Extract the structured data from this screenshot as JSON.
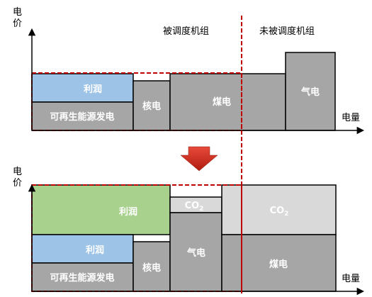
{
  "top_panel": {
    "y_axis_label": [
      "电",
      "价"
    ],
    "x_axis_label": "电量",
    "dispatched_label": "被调度机组",
    "undispatched_label": "未被调度机组",
    "blocks": {
      "profit": "利润",
      "renewable": "可再生能源发电",
      "nuclear": "核电",
      "coal": "煤电",
      "gas": "气电"
    }
  },
  "bottom_panel": {
    "y_axis_label": [
      "电",
      "价"
    ],
    "x_axis_label": "电量",
    "blocks": {
      "profit_green": "利润",
      "profit_blue": "利润",
      "renewable": "可再生能源发电",
      "nuclear": "核电",
      "gas": "气电",
      "coal": "煤电",
      "co2_gas": "CO",
      "co2_coal": "CO",
      "co2_subscript": "2"
    }
  },
  "colors": {
    "gray_block": "#a6a6a6",
    "profit_blue": "#9dc3e6",
    "profit_green": "#a9d18e",
    "co2_light": "#d9d9d9",
    "dashed_red": "#c00000",
    "arrow_red": "#c00000"
  }
}
